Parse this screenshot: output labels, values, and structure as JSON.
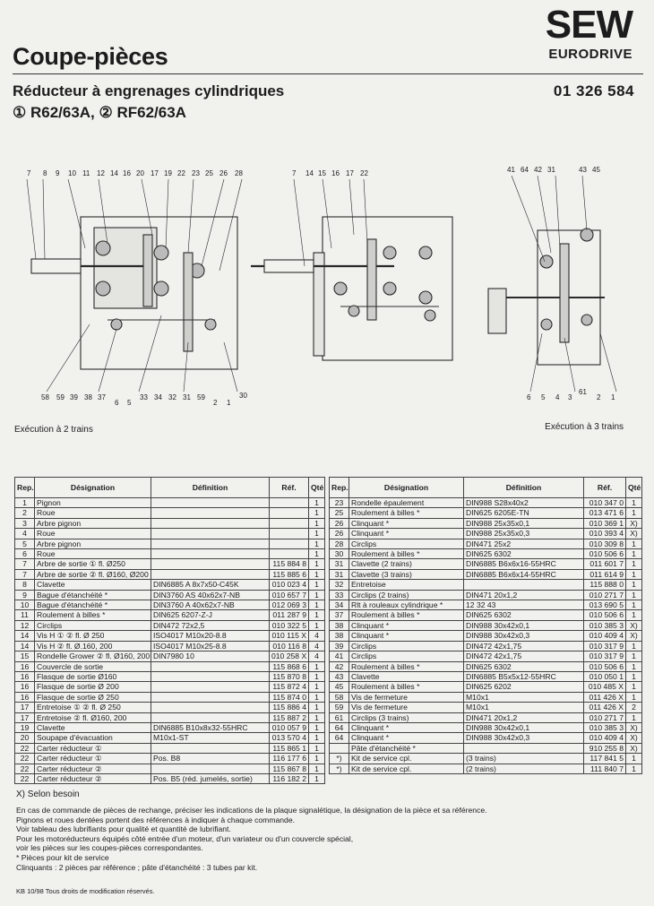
{
  "header": {
    "title": "Coupe-pièces",
    "subtitle1": "Réducteur à engrenages cylindriques",
    "subtitle2": "① R62/63A, ② RF62/63A",
    "docnum": "01 326 584",
    "logo_main": "SEW",
    "logo_sub": "EURODRIVE"
  },
  "drawing": {
    "labels_top_left": [
      "7",
      "8",
      "9",
      "10",
      "11",
      "12",
      "14",
      "16",
      "20",
      "17",
      "19",
      "22",
      "23",
      "25",
      "26",
      "28"
    ],
    "labels_bottom_left": [
      "58",
      "59",
      "39",
      "38",
      "37",
      "6",
      "5",
      "33",
      "34",
      "32",
      "31",
      "59",
      "2",
      "1",
      "30"
    ],
    "labels_top_mid": [
      "7",
      "14",
      "15",
      "16",
      "17",
      "22"
    ],
    "labels_top_right": [
      "41",
      "64",
      "42",
      "31",
      "43",
      "45"
    ],
    "labels_bottom_right": [
      "6",
      "5",
      "4",
      "3",
      "61",
      "2",
      "1"
    ]
  },
  "exec": {
    "two": "Exécution à 2 trains",
    "three": "Exécution à 3 trains"
  },
  "table": {
    "headers": [
      "Rep.",
      "Désignation",
      "Définition",
      "Réf.",
      "Qté"
    ],
    "left": [
      [
        "1",
        "Pignon",
        "",
        "",
        "1"
      ],
      [
        "2",
        "Roue",
        "",
        "",
        "1"
      ],
      [
        "3",
        "Arbre pignon",
        "",
        "",
        "1"
      ],
      [
        "4",
        "Roue",
        "",
        "",
        "1"
      ],
      [
        "5",
        "Arbre pignon",
        "",
        "",
        "1"
      ],
      [
        "6",
        "Roue",
        "",
        "",
        "1"
      ],
      [
        "7",
        "Arbre de sortie ① fl. Ø250",
        "",
        "115 884 8",
        "1"
      ],
      [
        "7",
        "Arbre de sortie ② fl. Ø160, Ø200",
        "",
        "115 885 6",
        "1"
      ],
      [
        "8",
        "Clavette",
        "DIN6885  A 8x7x50-C45K",
        "010 023 4",
        "1"
      ],
      [
        "9",
        "Bague d'étanchéité  *",
        "DIN3760  AS 40x62x7-NB",
        "010 657 7",
        "1"
      ],
      [
        "10",
        "Bague d'étanchéité  *",
        "DIN3760  A 40x62x7-NB",
        "012 069 3",
        "1"
      ],
      [
        "11",
        "Roulement à billes  *",
        "DIN625  6207-Z-J",
        "011 287 9",
        "1"
      ],
      [
        "12",
        "Circlips",
        "DIN472  72x2,5",
        "010 322 5",
        "1"
      ],
      [
        "14",
        "Vis H ① ② fl. Ø 250",
        "ISO4017 M10x20-8.8",
        "010 115 X",
        "4"
      ],
      [
        "14",
        "Vis H ② fl. Ø.160, 200",
        "ISO4017 M10x25-8.8",
        "010 116 8",
        "4"
      ],
      [
        "15",
        "Rondelle Grower ② fl. Ø160, 200",
        "DIN7980  10",
        "010 258 X",
        "4"
      ],
      [
        "16",
        "Couvercle de sortie",
        "",
        "115 868 6",
        "1"
      ],
      [
        "16",
        "Flasque de sortie Ø160",
        "",
        "115 870 8",
        "1"
      ],
      [
        "16",
        "Flasque de sortie Ø 200",
        "",
        "115 872 4",
        "1"
      ],
      [
        "16",
        "Flasque de sortie Ø 250",
        "",
        "115 874 0",
        "1"
      ],
      [
        "17",
        "Entretoise ① ② fl. Ø 250",
        "",
        "115 886 4",
        "1"
      ],
      [
        "17",
        "Entretoise ② fl. Ø160, 200",
        "",
        "115 887 2",
        "1"
      ],
      [
        "19",
        "Clavette",
        "DIN6885  B10x8x32-55HRC",
        "010 057 9",
        "1"
      ],
      [
        "20",
        "Soupape d'évacuation",
        "M10x1-ST",
        "013 570 4",
        "1"
      ],
      [
        "22",
        "Carter réducteur ①",
        "",
        "115 865 1",
        "1"
      ],
      [
        "22",
        "Carter réducteur ①",
        "Pos. B8",
        "116 177 6",
        "1"
      ],
      [
        "22",
        "Carter réducteur ②",
        "",
        "115 867 8",
        "1"
      ],
      [
        "22",
        "Carter réducteur ②",
        "Pos. B5 (réd. jumelés, sortie)",
        "116 182 2",
        "1"
      ]
    ],
    "right": [
      [
        "23",
        "Rondelle épaulement",
        "DIN988  S28x40x2",
        "010 347 0",
        "1"
      ],
      [
        "25",
        "Roulement à billes  *",
        "DIN625  6205E-TN",
        "013 471 6",
        "1"
      ],
      [
        "26",
        "Clinquant  *",
        "DIN988  25x35x0,1",
        "010 369 1",
        "X)"
      ],
      [
        "26",
        "Clinquant  *",
        "DIN988  25x35x0,3",
        "010 393 4",
        "X)"
      ],
      [
        "28",
        "Circlips",
        "DIN471  25x2",
        "010 309 8",
        "1"
      ],
      [
        "30",
        "Roulement à billes  *",
        "DIN625  6302",
        "010 506 6",
        "1"
      ],
      [
        "31",
        "Clavette (2 trains)",
        "DIN6885  B6x6x16-55HRC",
        "011 601 7",
        "1"
      ],
      [
        "31",
        "Clavette (3 trains)",
        "DIN6885  B6x6x14-55HRC",
        "011 614 9",
        "1"
      ],
      [
        "32",
        "Entretoise",
        "",
        "115 888 0",
        "1"
      ],
      [
        "33",
        "Circlips (2 trains)",
        "DIN471  20x1,2",
        "010 271 7",
        "1"
      ],
      [
        "34",
        "Rlt à rouleaux cylindrique  *",
        "12 32 43",
        "013 690 5",
        "1"
      ],
      [
        "37",
        "Roulement à billes  *",
        "DIN625  6302",
        "010 506 6",
        "1"
      ],
      [
        "38",
        "Clinquant  *",
        "DIN988  30x42x0,1",
        "010 385 3",
        "X)"
      ],
      [
        "38",
        "Clinquant  *",
        "DIN988  30x42x0,3",
        "010 409 4",
        "X)"
      ],
      [
        "39",
        "Circlips",
        "DIN472  42x1,75",
        "010 317 9",
        "1"
      ],
      [
        "41",
        "Circlips",
        "DIN472  42x1,75",
        "010 317 9",
        "1"
      ],
      [
        "42",
        "Roulement à billes  *",
        "DIN625  6302",
        "010 506 6",
        "1"
      ],
      [
        "43",
        "Clavette",
        "DIN6885  B5x5x12-55HRC",
        "010 050 1",
        "1"
      ],
      [
        "45",
        "Roulement à billes  *",
        "DIN625  6202",
        "010 485 X",
        "1"
      ],
      [
        "58",
        "Vis de fermeture",
        "M10x1",
        "011 426 X",
        "1"
      ],
      [
        "59",
        "Vis de fermeture",
        "M10x1",
        "011 426 X",
        "2"
      ],
      [
        "61",
        "Circlips (3 trains)",
        "DIN471  20x1,2",
        "010 271 7",
        "1"
      ],
      [
        "64",
        "Clinquant  *",
        "DIN988  30x42x0,1",
        "010 385 3",
        "X)"
      ],
      [
        "64",
        "Clinquant  *",
        "DIN988  30x42x0,3",
        "010 409 4",
        "X)"
      ],
      [
        "",
        "Pâte d'étanchéité *",
        "",
        "910 255 8",
        "X)"
      ],
      [
        "*)",
        "Kit de service cpl.",
        "(3 trains)",
        "117 841 5",
        "1"
      ],
      [
        "*)",
        "Kit de service cpl.",
        "(2 trains)",
        "111 840 7",
        "1"
      ]
    ]
  },
  "notes": {
    "x": "X) Selon besoin",
    "lines": [
      "En cas de commande de pièces de rechange, préciser les indications de la plaque signalétique, la désignation de la pièce et sa référence.",
      "Pignons et roues dentées portent des références à indiquer à chaque commande.",
      "Voir tableau des lubrifiants pour qualité et quantité de lubrifiant.",
      "Pour les motoréducteurs équipés côté entrée d'un moteur, d'un variateur ou d'un couvercle spécial,",
      "voir les pièces sur les coupes-pièces correspondantes.",
      "* Pièces pour kit de service",
      "Clinquants : 2 pièces par référence ; pâte d'étanchéité : 3 tubes par kit."
    ],
    "kb": "KB 10/98 Tous droits de modification réservés."
  }
}
